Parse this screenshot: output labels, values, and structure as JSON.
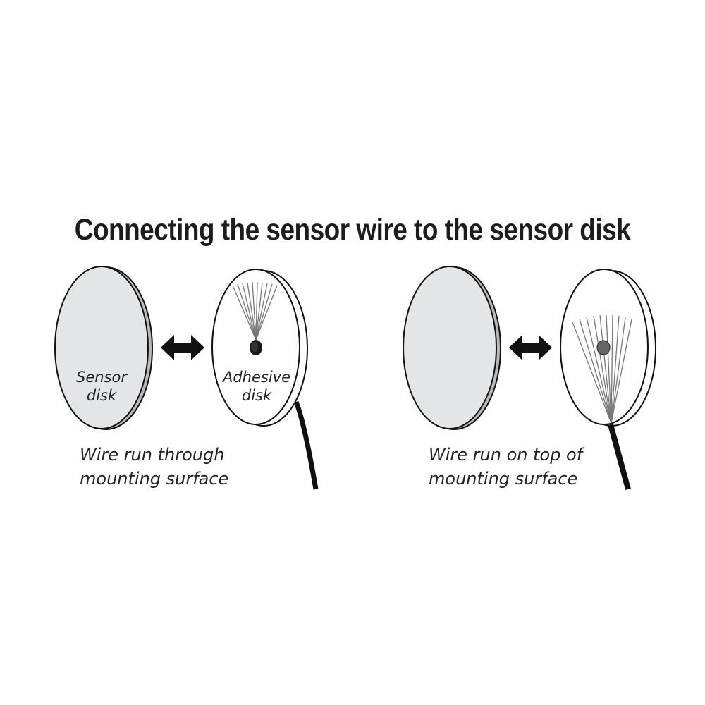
{
  "title": "Connecting the sensor wire to the sensor disk",
  "panels": [
    {
      "id": "through",
      "sensor_label_line1": "Sensor",
      "sensor_label_line2": "disk",
      "adhesive_label_line1": "Adhesive",
      "adhesive_label_line2": "disk",
      "caption_line1": "Wire run through",
      "caption_line2": "mounting surface"
    },
    {
      "id": "on-top",
      "caption_line1": "Wire run on top of",
      "caption_line2": "mounting surface"
    }
  ],
  "icons": {
    "arrow": "double-headed-arrow-icon"
  },
  "colors": {
    "sensor_disk_fill": "#e4e5e7",
    "sensor_disk_edge": "#b9babc",
    "outline": "#111111",
    "wire_strand": "#777777",
    "cable": "#111111",
    "dot_through": "#1a1a1a",
    "dot_on_top": "#666666"
  }
}
